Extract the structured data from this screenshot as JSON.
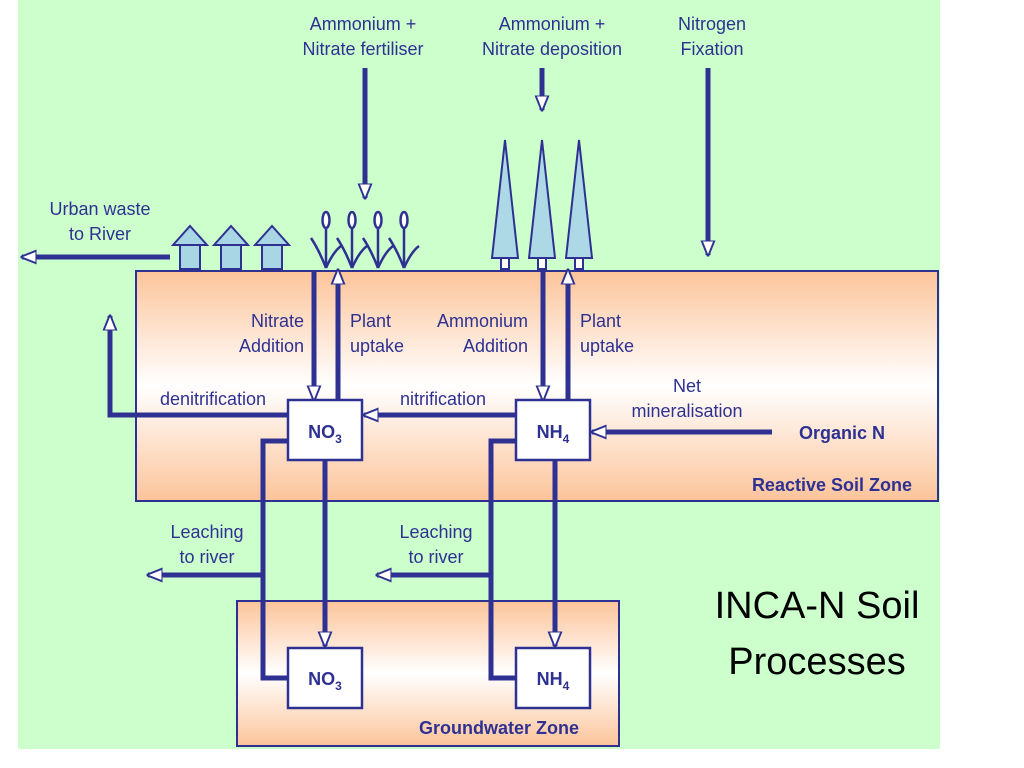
{
  "title": {
    "line1": "INCA-N Soil",
    "line2": "Processes"
  },
  "inputs": {
    "fertiliser": {
      "line1": "Ammonium +",
      "line2": "Nitrate fertiliser"
    },
    "deposition": {
      "line1": "Ammonium +",
      "line2": "Nitrate deposition"
    },
    "fixation": {
      "line1": "Nitrogen",
      "line2": "Fixation"
    }
  },
  "urban_waste": {
    "line1": "Urban waste",
    "line2": "to River"
  },
  "processes": {
    "nitrate_addition": {
      "line1": "Nitrate",
      "line2": "Addition"
    },
    "plant_uptake_no3": {
      "line1": "Plant",
      "line2": "uptake"
    },
    "ammonium_addition": {
      "line1": "Ammonium",
      "line2": "Addition"
    },
    "plant_uptake_nh4": {
      "line1": "Plant",
      "line2": "uptake"
    },
    "denitrification": "denitrification",
    "nitrification": "nitrification",
    "net_mineralisation": {
      "line1": "Net",
      "line2": "mineralisation"
    },
    "leaching_no3": {
      "line1": "Leaching",
      "line2": "to river"
    },
    "leaching_nh4": {
      "line1": "Leaching",
      "line2": "to river"
    }
  },
  "pools": {
    "soil_no3": {
      "main": "NO",
      "sub": "3"
    },
    "soil_nh4": {
      "main": "NH",
      "sub": "4"
    },
    "gw_no3": {
      "main": "NO",
      "sub": "3"
    },
    "gw_nh4": {
      "main": "NH",
      "sub": "4"
    },
    "organic_n": "Organic N"
  },
  "zones": {
    "reactive": "Reactive Soil Zone",
    "groundwater": "Groundwater Zone"
  },
  "colors": {
    "background": "#ccffcc",
    "flow": "#2e3192",
    "zone_top": "#fcc49a",
    "zone_mid": "#ffffff",
    "house_fill": "#a9d6e5",
    "tree_fill": "#add8e6"
  }
}
